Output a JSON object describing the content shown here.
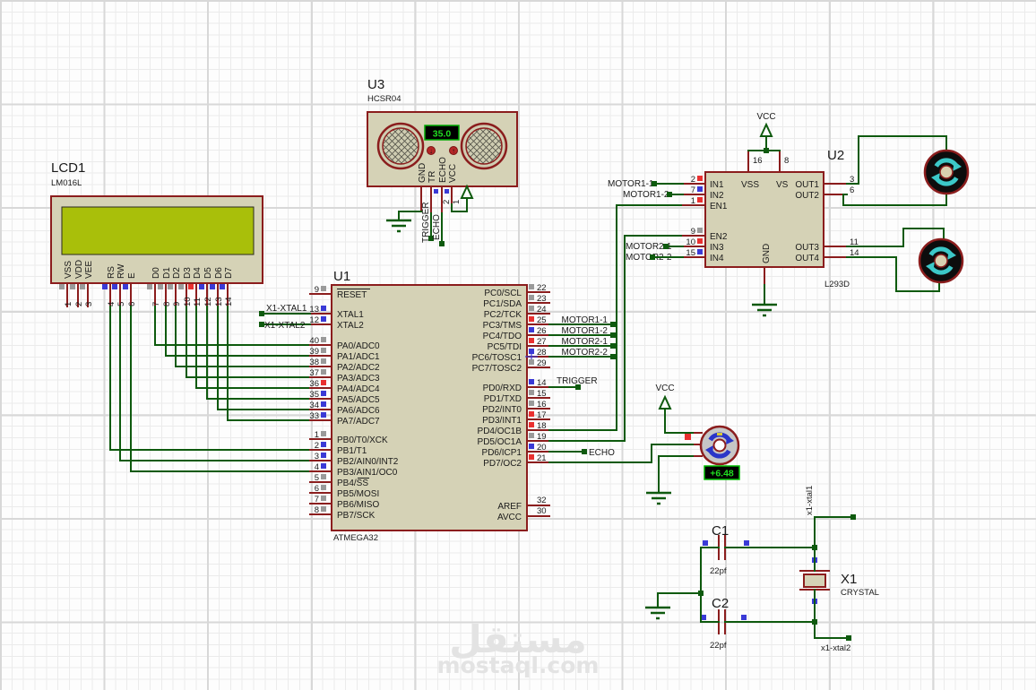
{
  "colors": {
    "wire_green": "#0E5A0E",
    "component_outline": "#8B1D1D",
    "component_fill": "#D5D2B6",
    "pin_marker_gray": "#9A9A9A",
    "pin_marker_blue": "#3A3AD6",
    "pin_marker_red": "#E93030",
    "lcd_screen": "#A9BF0A",
    "display_text_green": "#22DD22",
    "motor_arrow_cyan": "#3CC8C8",
    "servo_arrow_blue": "#2A35C8"
  },
  "lcd": {
    "ref": "LCD1",
    "part": "LM016L",
    "pins": [
      {
        "num": "1",
        "name": "VSS"
      },
      {
        "num": "2",
        "name": "VDD"
      },
      {
        "num": "3",
        "name": "VEE"
      },
      {
        "num": "4",
        "name": "RS"
      },
      {
        "num": "5",
        "name": "RW"
      },
      {
        "num": "6",
        "name": "E"
      },
      {
        "num": "7",
        "name": "D0"
      },
      {
        "num": "8",
        "name": "D1"
      },
      {
        "num": "9",
        "name": "D2"
      },
      {
        "num": "10",
        "name": "D3"
      },
      {
        "num": "11",
        "name": "D4"
      },
      {
        "num": "12",
        "name": "D5"
      },
      {
        "num": "13",
        "name": "D6"
      },
      {
        "num": "14",
        "name": "D7"
      }
    ]
  },
  "u3": {
    "ref": "U3",
    "part": "HCSR04",
    "display_value": "35.0",
    "pins": [
      "GND",
      "TR",
      "ECHO",
      "VCC"
    ],
    "pin_numbers": [
      "2",
      "1"
    ],
    "trigger_label": "TRIGGER",
    "echo_label": "ECHO"
  },
  "u1": {
    "ref": "U1",
    "part": "ATMEGA32",
    "left_pins": [
      {
        "num": "9",
        "name": "RESET"
      },
      {
        "num": "13",
        "name": "XTAL1"
      },
      {
        "num": "12",
        "name": "XTAL2"
      },
      {
        "num": "40",
        "name": "PA0/ADC0"
      },
      {
        "num": "39",
        "name": "PA1/ADC1"
      },
      {
        "num": "38",
        "name": "PA2/ADC2"
      },
      {
        "num": "37",
        "name": "PA3/ADC3"
      },
      {
        "num": "36",
        "name": "PA4/ADC4"
      },
      {
        "num": "35",
        "name": "PA5/ADC5"
      },
      {
        "num": "34",
        "name": "PA6/ADC6"
      },
      {
        "num": "33",
        "name": "PA7/ADC7"
      },
      {
        "num": "1",
        "name": "PB0/T0/XCK"
      },
      {
        "num": "2",
        "name": "PB1/T1"
      },
      {
        "num": "3",
        "name": "PB2/AIN0/INT2"
      },
      {
        "num": "4",
        "name": "PB3/AIN1/OC0"
      },
      {
        "num": "5",
        "name": "PB4/SS"
      },
      {
        "num": "6",
        "name": "PB5/MOSI"
      },
      {
        "num": "7",
        "name": "PB6/MISO"
      },
      {
        "num": "8",
        "name": "PB7/SCK"
      }
    ],
    "right_pins": [
      {
        "num": "22",
        "name": "PC0/SCL"
      },
      {
        "num": "23",
        "name": "PC1/SDA"
      },
      {
        "num": "24",
        "name": "PC2/TCK"
      },
      {
        "num": "25",
        "name": "PC3/TMS"
      },
      {
        "num": "26",
        "name": "PC4/TDO"
      },
      {
        "num": "27",
        "name": "PC5/TDI"
      },
      {
        "num": "28",
        "name": "PC6/TOSC1"
      },
      {
        "num": "29",
        "name": "PC7/TOSC2"
      },
      {
        "num": "14",
        "name": "PD0/RXD"
      },
      {
        "num": "15",
        "name": "PD1/TXD"
      },
      {
        "num": "16",
        "name": "PD2/INT0"
      },
      {
        "num": "17",
        "name": "PD3/INT1"
      },
      {
        "num": "18",
        "name": "PD4/OC1B"
      },
      {
        "num": "19",
        "name": "PD5/OC1A"
      },
      {
        "num": "20",
        "name": "PD6/ICP1"
      },
      {
        "num": "21",
        "name": "PD7/OC2"
      },
      {
        "num": "32",
        "name": "AREF"
      },
      {
        "num": "30",
        "name": "AVCC"
      }
    ]
  },
  "u2": {
    "ref": "U2",
    "part": "L293D",
    "left_pins": [
      {
        "num": "2",
        "name": "IN1"
      },
      {
        "num": "7",
        "name": "IN2"
      },
      {
        "num": "1",
        "name": "EN1"
      },
      {
        "num": "9",
        "name": "EN2"
      },
      {
        "num": "10",
        "name": "IN3"
      },
      {
        "num": "15",
        "name": "IN4"
      }
    ],
    "top_pins": [
      {
        "num": "16",
        "name": "VSS"
      },
      {
        "num": "8",
        "name": "VS"
      }
    ],
    "right_pins": [
      {
        "num": "3",
        "name": "OUT1"
      },
      {
        "num": "6",
        "name": "OUT2"
      },
      {
        "num": "11",
        "name": "OUT3"
      },
      {
        "num": "14",
        "name": "OUT4"
      }
    ],
    "bottom_pin": "GND"
  },
  "servo": {
    "display_value": "+6.48"
  },
  "x1": {
    "ref": "X1",
    "part": "CRYSTAL"
  },
  "c1": {
    "ref": "C1",
    "value": "22pf"
  },
  "c2": {
    "ref": "C2",
    "value": "22pf"
  },
  "nets": {
    "vcc": "VCC",
    "motor": [
      "MOTOR1-1",
      "MOTOR1-2",
      "MOTOR2-1",
      "MOTOR2-2"
    ],
    "trigger": "TRIGGER",
    "echo": "ECHO",
    "u1_xtal": [
      "X1-XTAL1",
      "X1-XTAL2"
    ],
    "x1_xtal": [
      "x1-xtal1",
      "x1-xtal2"
    ]
  },
  "watermark": {
    "logo": "مستقل",
    "site": "mostaql.com"
  }
}
